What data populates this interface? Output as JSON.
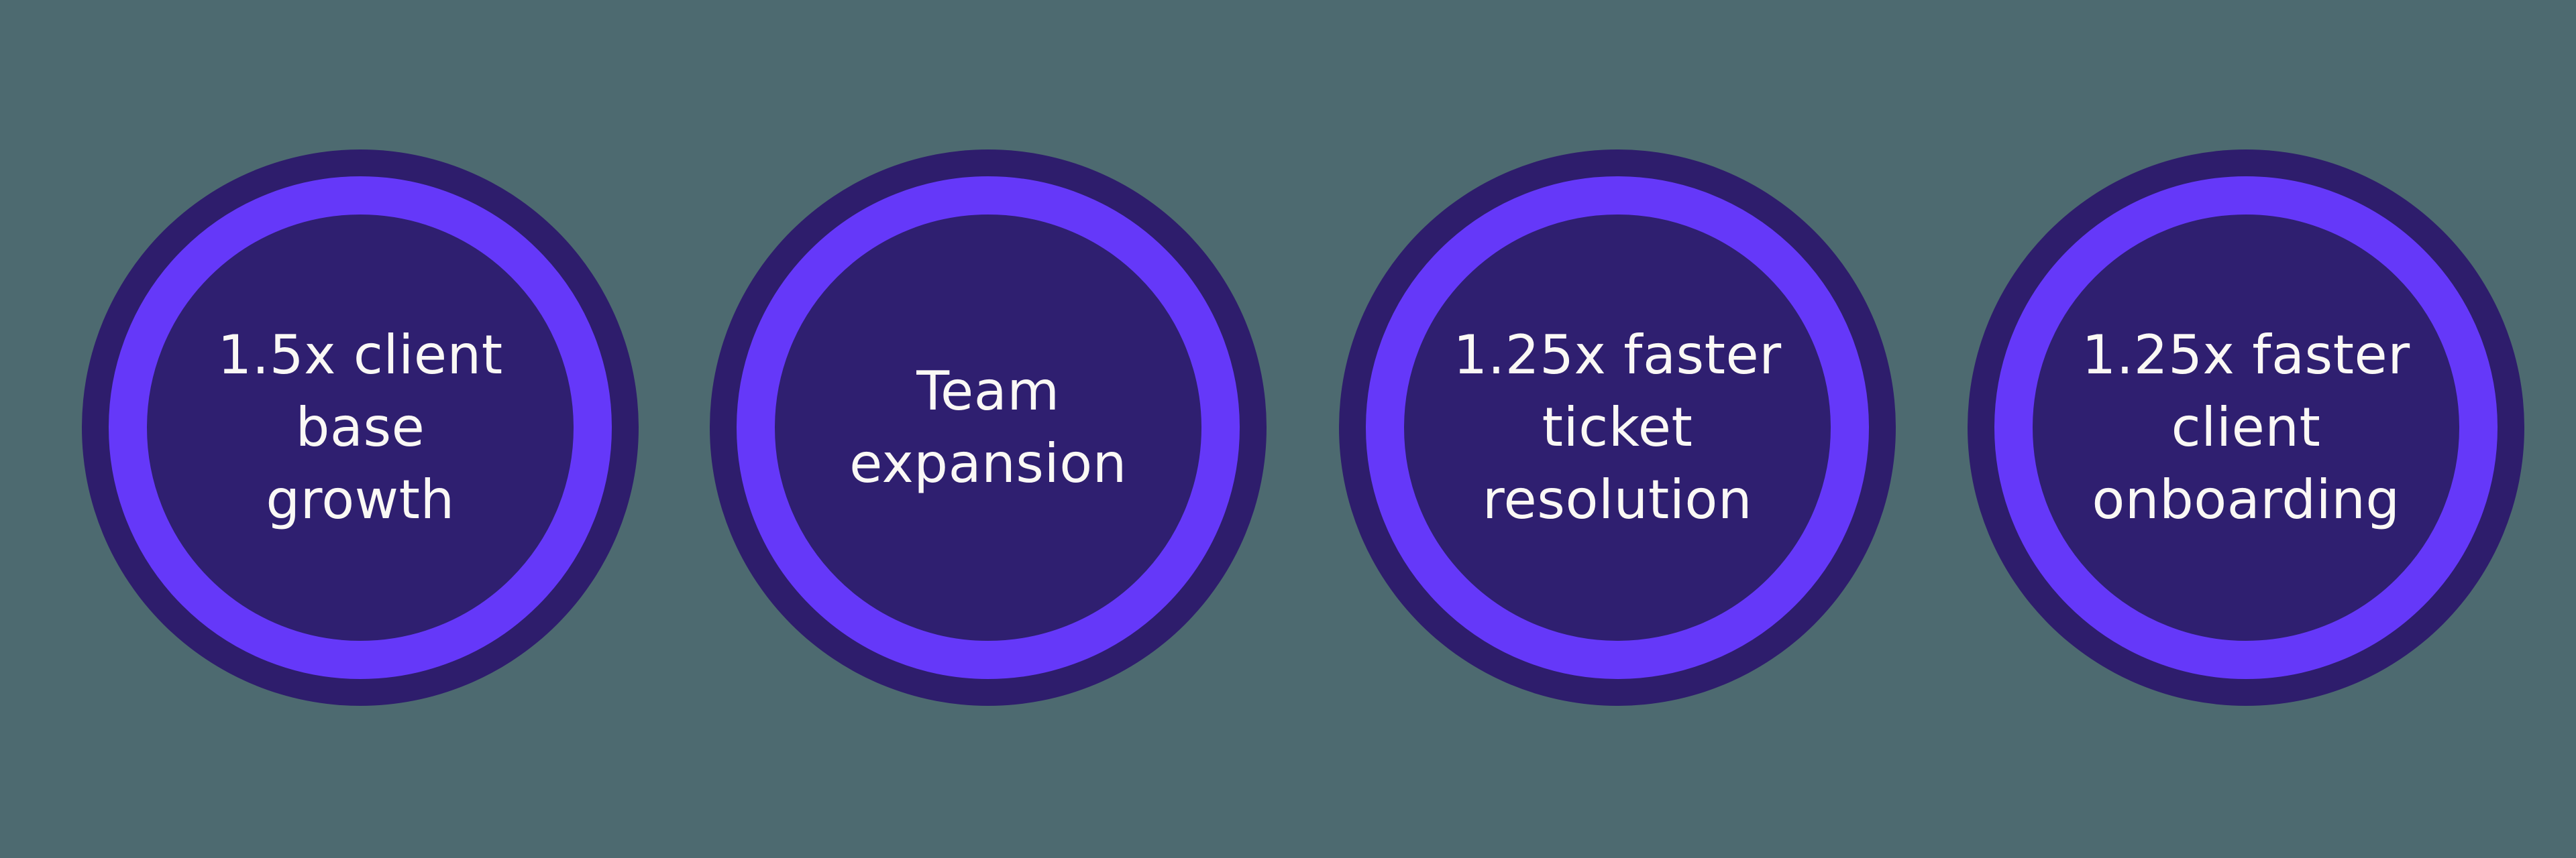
{
  "colors": {
    "background": "#4D6A70",
    "circle_fill": "#2F1F70",
    "ring_outer": "#2E1D6C",
    "ring_bright": "#6538F9",
    "text": "#FAF8F5"
  },
  "infographic": {
    "circles": [
      {
        "label": "1.5x client\nbase\ngrowth"
      },
      {
        "label": "Team\nexpansion"
      },
      {
        "label": "1.25x faster\nticket\nresolution"
      },
      {
        "label": "1.25x faster\nclient\nonboarding"
      }
    ]
  }
}
